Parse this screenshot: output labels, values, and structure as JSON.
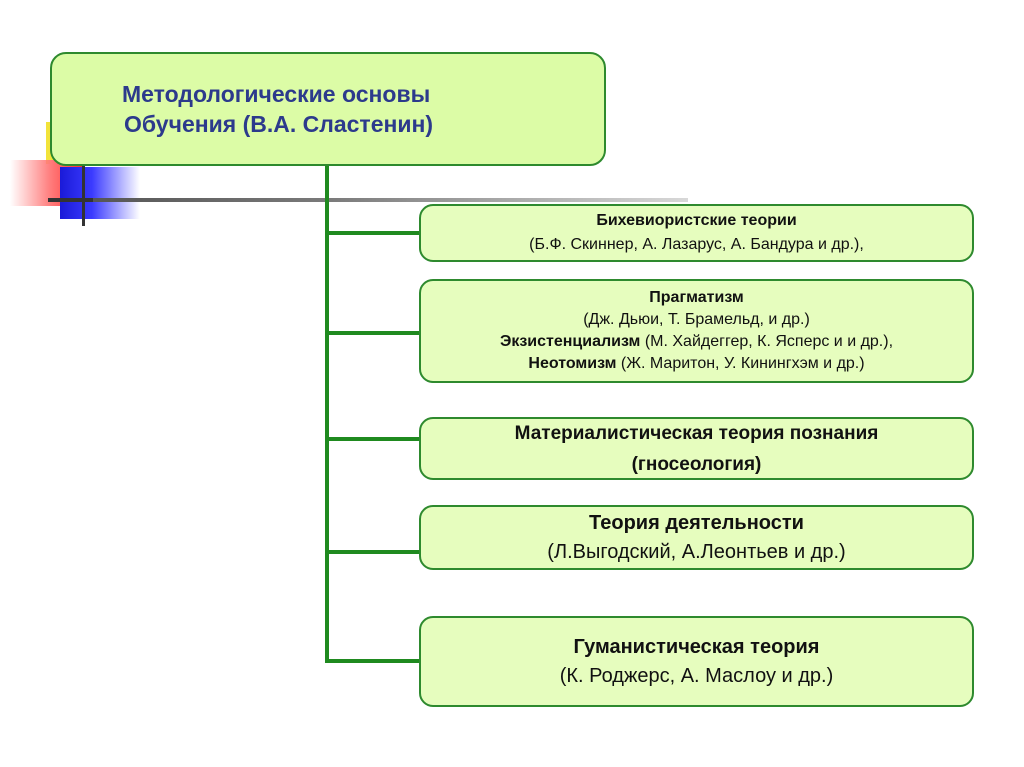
{
  "title": {
    "line1": "Методологические основы",
    "line2": "Обучения (В.А. Сластенин)"
  },
  "theories": [
    {
      "heading": "Бихевиористские теории",
      "authors": "(Б.Ф. Скиннер, А. Лазарус, А. Бандура и др.),"
    },
    {
      "pragmatism_heading": "Прагматизм",
      "pragmatism_authors": "(Дж. Дьюи, Т. Брамельд, и др.)",
      "existentialism_heading": "Экзистенциализм",
      "existentialism_authors": " (М. Хайдеггер, К. Ясперс и и др.),",
      "neothomism_heading": "Неотомизм",
      "neothomism_authors": " (Ж. Маритон, У. Кинингхэм  и др.)"
    },
    {
      "heading": "Материалистическая теория познания",
      "subheading": "(гносеология)"
    },
    {
      "heading": "Теория деятельности",
      "authors": "(Л.Выгодский, А.Леонтьев и др.)"
    },
    {
      "heading": "Гуманистическая теория",
      "authors": "(К. Роджерс, А. Маслоу и др.)"
    }
  ],
  "colors": {
    "box_fill": "#e6fdbe",
    "box_border": "#2e8a2e",
    "title_text": "#2c3a8c",
    "connector": "#1f8a1f"
  }
}
